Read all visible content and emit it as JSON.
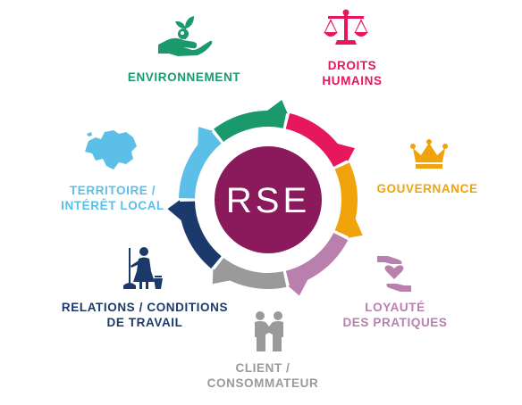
{
  "center": {
    "text": "RSE",
    "color": "#8b1a5c"
  },
  "segments": [
    {
      "key": "environnement",
      "color": "#1a9a6c",
      "lines": [
        "ENVIRONNEMENT"
      ],
      "icon": "plant-in-hand-icon"
    },
    {
      "key": "droits",
      "color": "#e6175c",
      "lines": [
        "DROITS",
        "HUMAINS"
      ],
      "icon": "scales-of-justice-icon"
    },
    {
      "key": "gouvernance",
      "color": "#f0a30a",
      "lines": [
        "GOUVERNANCE"
      ],
      "icon": "crown-icon"
    },
    {
      "key": "loyaute",
      "color": "#b97fad",
      "lines": [
        "LOYAUTÉ",
        "DES PRATIQUES"
      ],
      "icon": "heart-in-hands-icon"
    },
    {
      "key": "client",
      "color": "#9a9a9a",
      "lines": [
        "CLIENT /",
        "CONSOMMATEUR"
      ],
      "icon": "handshake-icon"
    },
    {
      "key": "relations",
      "color": "#1b3a6b",
      "lines": [
        "RELATIONS / CONDITIONS",
        "DE TRAVAIL"
      ],
      "icon": "cleaning-worker-icon"
    },
    {
      "key": "territoire",
      "color": "#5bbfe8",
      "lines": [
        "TERRITOIRE /",
        "INTÉRÊT LOCAL"
      ],
      "icon": "region-map-icon"
    }
  ]
}
